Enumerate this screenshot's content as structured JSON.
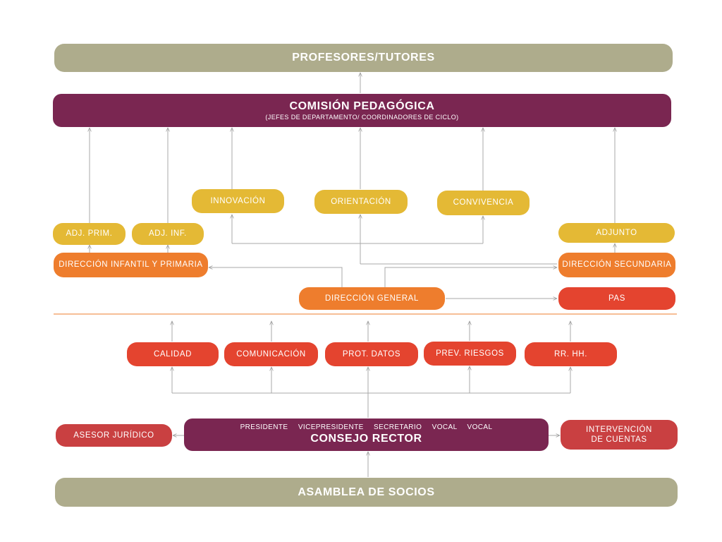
{
  "top": {
    "profesores": "PROFESORES/TUTORES"
  },
  "comision": {
    "title": "COMISIÓN PEDAGÓGICA",
    "subtitle": "(JEFES DE DEPARTAMENTO/ COORDINADORES DE CICLO)"
  },
  "areas": {
    "innovacion": "INNOVACIÓN",
    "orientacion": "ORIENTACIÓN",
    "convivencia": "CONVIVENCIA"
  },
  "adjuntos": {
    "prim": "ADJ. PRIM.",
    "inf": "ADJ. INF.",
    "adjunto": "ADJUNTO"
  },
  "direcciones": {
    "infantil_primaria": "DIRECCIÓN INFANTIL Y PRIMARIA",
    "secundaria": "DIRECCIÓN SECUNDARIA",
    "general": "DIRECCIÓN GENERAL",
    "pas": "PAS"
  },
  "departamentos": {
    "calidad": "CALIDAD",
    "comunicacion": "COMUNICACIÓN",
    "datos": "PROT. DATOS",
    "riesgos": "PREV. RIESGOS",
    "rrhh": "RR. HH."
  },
  "consejo": {
    "members": "PRESIDENTE  VICEPRESIDENTE  SECRETARIO  VOCAL  VOCAL",
    "title": "CONSEJO RECTOR"
  },
  "asesor": "ASESOR JURÍDICO",
  "intervencion": {
    "line1": "INTERVENCIÓN",
    "line2": "DE CUENTAS"
  },
  "asamblea": "ASAMBLEA DE SOCIOS",
  "colors": {
    "olive": "#aeac8c",
    "purple": "#7a2651",
    "yellow": "#e4b935",
    "orange": "#ee7d2d",
    "red": "#e4442f",
    "dark_red": "#c94041",
    "connector": "#a8a8a8",
    "divider": "#ee7d2d"
  }
}
